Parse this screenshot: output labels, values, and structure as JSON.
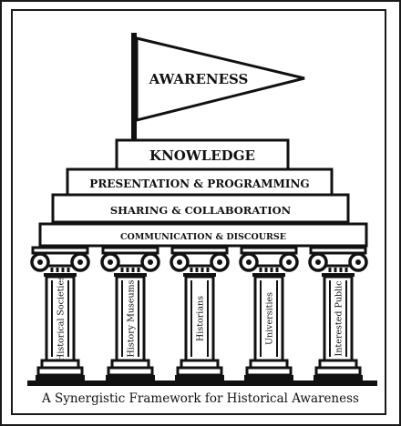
{
  "diagram": {
    "flag_label": "AWARENESS",
    "tiers": [
      {
        "label": "KNOWLEDGE"
      },
      {
        "label": "PRESENTATION & PROGRAMMING"
      },
      {
        "label": "SHARING & COLLABORATION"
      },
      {
        "label": "COMMUNICATION & DISCOURSE"
      }
    ],
    "pillars": [
      {
        "label": "Historical Societies"
      },
      {
        "label": "History Museums"
      },
      {
        "label": "Historians"
      },
      {
        "label": "Universities"
      },
      {
        "label": "Interested Public"
      }
    ],
    "caption": "A Synergistic Framework for Historical Awareness",
    "colors": {
      "ink": "#111111",
      "paper": "#ffffff"
    }
  }
}
